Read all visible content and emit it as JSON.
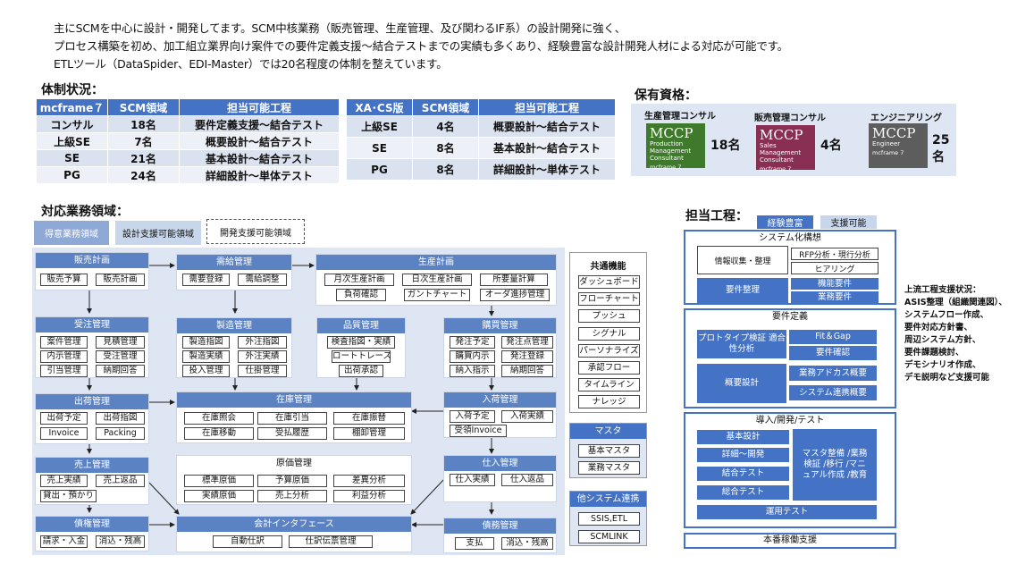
{
  "intro": [
    "主にSCMを中心に設計・開発してます。SCM中核業務（販売管理、生産管理、及び関わるIF系）の設計開発に強く、",
    "プロセス構築を初め、加工組立業界向け案件での要件定義支援～結合テストまでの実績も多くあり、経験豊富な設計開発人材による対応が可能です。",
    "ETLツール（DataSpider、EDI-Master）では20名程度の体制を整えています。"
  ],
  "taisei": {
    "title": "体制状況：",
    "table1": {
      "headers": [
        "mcframe７",
        "SCM領域",
        "担当可能工程"
      ],
      "rows": [
        [
          "コンサル",
          "18名",
          "要件定義支援～結合テスト"
        ],
        [
          "上級SE",
          "7名",
          "概要設計～結合テスト"
        ],
        [
          "SE",
          "21名",
          "基本設計～結合テスト"
        ],
        [
          "PG",
          "24名",
          "詳細設計～単体テスト"
        ]
      ]
    },
    "table2": {
      "headers": [
        "XA･CS版",
        "SCM領域",
        "担当可能工程"
      ],
      "rows": [
        [
          "上級SE",
          "4名",
          "概要設計～結合テスト"
        ],
        [
          "SE",
          "8名",
          "基本設計～結合テスト"
        ],
        [
          "PG",
          "8名",
          "詳細設計～単体テスト"
        ]
      ]
    }
  },
  "shikaku": {
    "title": "保有資格：",
    "items": [
      {
        "title": "生産管理コンサル",
        "logo": "MCCP",
        "sub": "Production Management Consultant",
        "brand": "mcframe 7",
        "count": "18名",
        "color": "#3f7a2c"
      },
      {
        "title": "販売管理コンサル",
        "logo": "MCCP",
        "sub": "Sales Management Consultant",
        "brand": "mcframe 7",
        "count": "4名",
        "color": "#8a2f54"
      },
      {
        "title": "エンジニアリング",
        "logo": "MCCP",
        "sub": "Engineer",
        "brand": "mcframe 7",
        "count": "25名",
        "color": "#5d5d5d"
      }
    ]
  },
  "taiou": {
    "title": "対応業務領域：",
    "legend": [
      "得意業務領域",
      "設計支援可能領域",
      "開発支援可能領域"
    ],
    "sections": {
      "hanbai": {
        "title": "販売計画",
        "items": [
          "販売予算",
          "販売計画"
        ]
      },
      "juchu": {
        "title": "受注管理",
        "items": [
          "案件管理",
          "見積管理",
          "内示管理",
          "受注管理",
          "引当管理",
          "納期回答"
        ]
      },
      "shukka": {
        "title": "出荷管理",
        "items": [
          "出荷予定",
          "出荷指図",
          "Invoice",
          "Packing"
        ]
      },
      "uriage": {
        "title": "売上管理",
        "items": [
          "売上実績",
          "売上返品",
          "貸出・預かり"
        ]
      },
      "saiken": {
        "title": "債権管理",
        "items": [
          "請求・入金",
          "消込・残高"
        ]
      },
      "jukyu": {
        "title": "需給管理",
        "items": [
          "需要登録",
          "需給調整"
        ]
      },
      "seisan": {
        "title": "生産計画",
        "items": [
          "月次生産計画",
          "日次生産計画",
          "所要量計算",
          "負荷確認",
          "ガントチャート",
          "オーダ進捗管理"
        ]
      },
      "seizo": {
        "title": "製造管理",
        "items": [
          "製造指図",
          "外注指図",
          "製造実績",
          "外注実績",
          "投入管理",
          "仕掛管理"
        ]
      },
      "hinshitsu": {
        "title": "品質管理",
        "items": [
          "検査指図・実績",
          "ロートトレース",
          "出荷承認"
        ]
      },
      "kobai": {
        "title": "購買管理",
        "items": [
          "発注予定",
          "発注点管理",
          "購買内示",
          "発注登録",
          "納入指示",
          "納期回答"
        ]
      },
      "zaiko": {
        "title": "在庫管理",
        "items": [
          "在庫照会",
          "在庫引当",
          "在庫振替",
          "在庫移動",
          "受払履歴",
          "棚卸管理"
        ]
      },
      "nyuka": {
        "title": "入荷管理",
        "items": [
          "入荷予定",
          "入荷実績",
          "受領Invoice"
        ]
      },
      "genka": {
        "title": "原価管理",
        "items": [
          "標準原価",
          "予算原価",
          "差異分析",
          "実績原価",
          "売上分析",
          "利益分析"
        ]
      },
      "shiire": {
        "title": "仕入管理",
        "items": [
          "仕入実績",
          "仕入返品"
        ]
      },
      "kaikei": {
        "title": "会計インタフェース",
        "items": [
          "自動仕訳",
          "仕訳伝票管理"
        ]
      },
      "saimu": {
        "title": "債務管理",
        "items": [
          "支払",
          "消込・残高"
        ]
      },
      "kyotsu": {
        "title": "共通機能",
        "items": [
          "ダッシュボード",
          "フローチャート",
          "プッシュ",
          "シグナル",
          "パーソナライズ",
          "承認フロー",
          "タイムライン",
          "ナレッジ"
        ]
      },
      "master": {
        "title": "マスタ",
        "items": [
          "基本マスタ",
          "業務マスタ"
        ]
      },
      "tasystem": {
        "title": "他システム連携",
        "items": [
          "SSIS,ETL",
          "SCMLINK"
        ]
      }
    }
  },
  "tantou": {
    "title": "担当工程：",
    "legend": [
      "経験豊富",
      "支援可能"
    ],
    "system": {
      "title": "システム化構想",
      "items": [
        "情報収集・整理",
        "RFP分析・現行分析",
        "ヒアリング",
        "要件整理",
        "機能要件",
        "業務要件"
      ]
    },
    "youken": {
      "title": "要件定義",
      "items": [
        "プロトタイプ検証 適合性分析",
        "Fit＆Gap",
        "要件確認",
        "概要設計",
        "業務アドカス概要",
        "システム連携概要"
      ]
    },
    "dounyu": {
      "title": "導入/開発/テスト",
      "items": [
        "基本設計",
        "詳細～開発",
        "結合テスト",
        "総合テスト",
        "マスタ整備 /業務検証 /移行 /マニュアル作成 /教育",
        "運用テスト"
      ]
    },
    "honban": "本番稼働支援",
    "side": [
      "上流工程支援状況：",
      "ASIS整理（組織関連図）、",
      "システムフロー作成、",
      "要件対応方針書、",
      "周辺システム方針、",
      "要件課題検討、",
      "デモシナリオ作成、",
      "デモ説明など支援可能"
    ]
  }
}
